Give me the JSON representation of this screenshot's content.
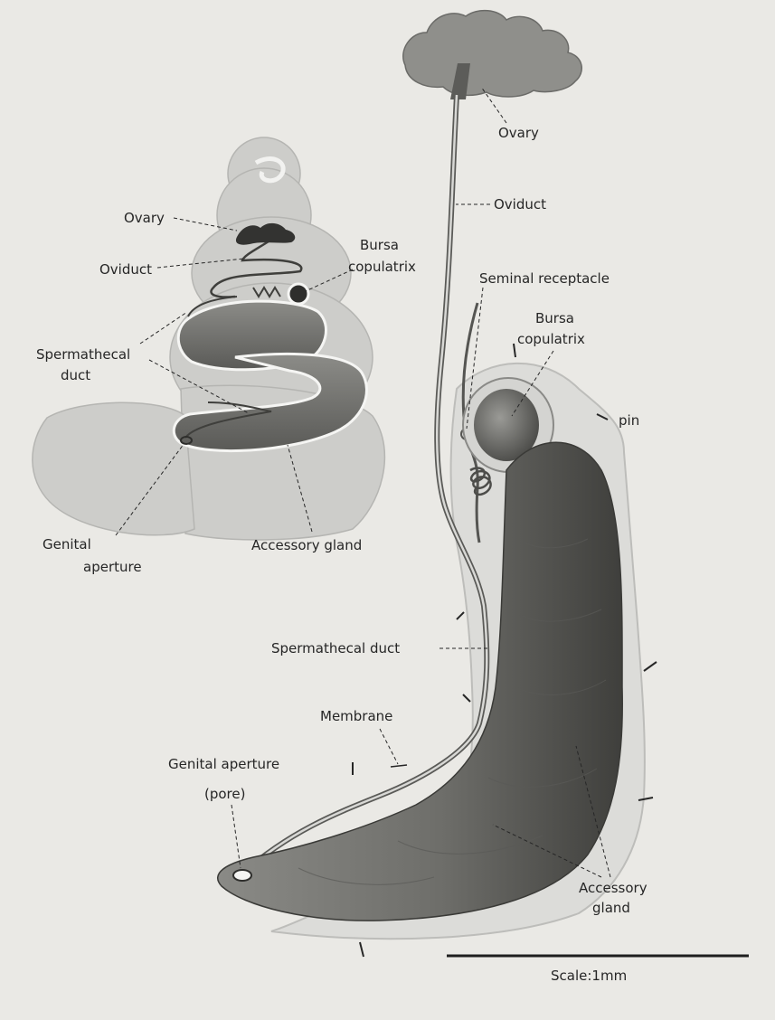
{
  "left_diagram": {
    "labels": {
      "ovary": "Ovary",
      "oviduct": "Oviduct",
      "bursa_line1": "Bursa",
      "bursa_line2": "copulatrix",
      "spermathecal_line1": "Spermathecal",
      "spermathecal_line2": "duct",
      "genital_line1": "Genital",
      "genital_line2": "aperture",
      "accessory_gland": "Accessory  gland"
    }
  },
  "right_diagram": {
    "labels": {
      "ovary": "Ovary",
      "oviduct": "Oviduct",
      "seminal_receptacle": "Seminal  receptacle",
      "bursa_line1": "Bursa",
      "bursa_line2": "copulatrix",
      "pin": "pin",
      "spermathecal_duct": "Spermathecal  duct",
      "membrane": "Membrane",
      "genital_line1": "Genital  aperture",
      "genital_line2": "(pore)",
      "accessory_line1": "Accessory",
      "accessory_line2": "gland"
    }
  },
  "scale_bar": {
    "label": "Scale:1mm"
  },
  "colors": {
    "background": "#eae9e5",
    "gland_dark": "#6f6f6b",
    "abdomen_light": "#c9c9c6",
    "line": "#262626"
  }
}
